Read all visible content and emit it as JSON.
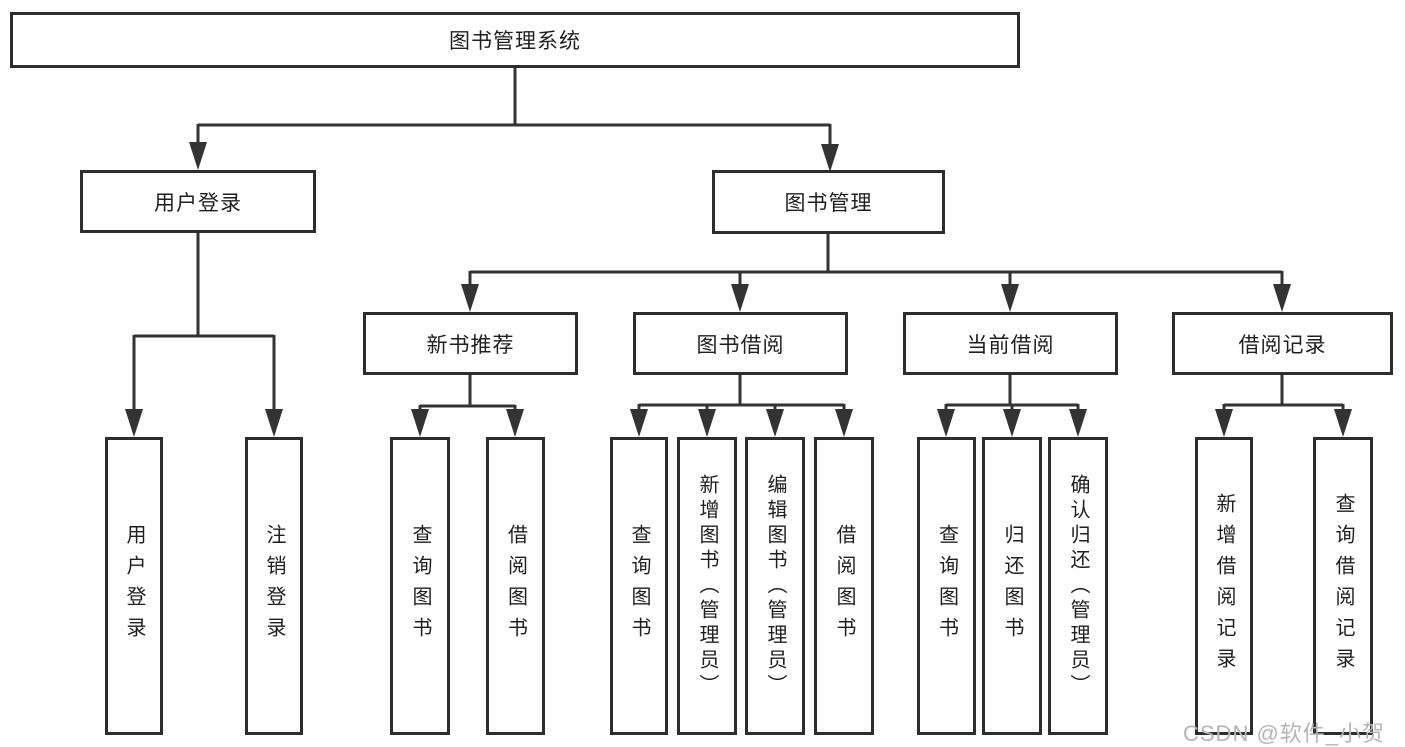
{
  "diagram": {
    "root": {
      "label": "图书管理系统"
    },
    "user_login": {
      "label": "用户登录",
      "children": [
        "用户登录",
        "注销登录"
      ]
    },
    "book_mgmt": {
      "label": "图书管理",
      "sections": [
        {
          "label": "新书推荐",
          "children": [
            "查询图书",
            "借阅图书"
          ]
        },
        {
          "label": "图书借阅",
          "children": [
            "查询图书",
            "新增图书（管理员）",
            "编辑图书（管理员）",
            "借阅图书"
          ]
        },
        {
          "label": "当前借阅",
          "children": [
            "查询图书",
            "归还图书",
            "确认归还（管理员）"
          ]
        },
        {
          "label": "借阅记录",
          "children": [
            "新增借阅记录",
            "查询借阅记录"
          ]
        }
      ]
    },
    "watermark": "CSDN @软件_小贺同学",
    "colors": {
      "line": "#333333",
      "box_border": "#2d2d2d",
      "text": "#1f1f1f",
      "watermark": "#b5b5b5",
      "background": "#ffffff"
    }
  }
}
